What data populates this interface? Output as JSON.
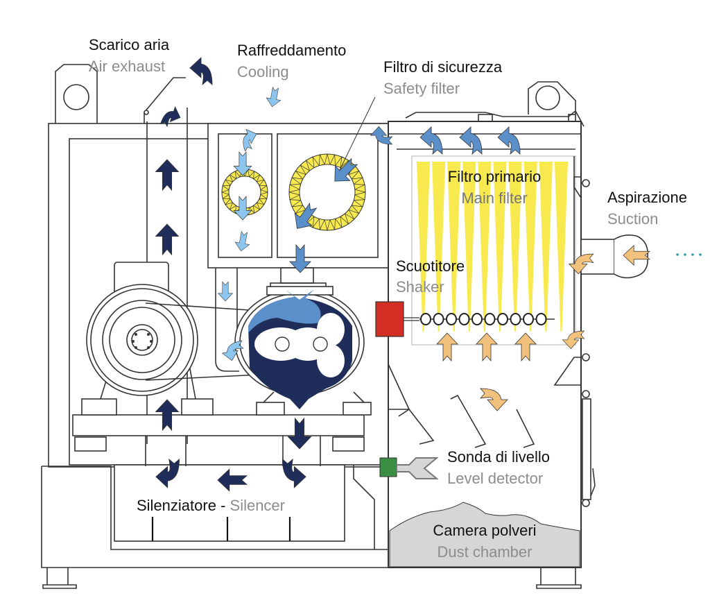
{
  "diagram": {
    "title": "Dust extractor / industrial vacuum cross-section",
    "colors": {
      "exhaust_arrow": "#1f2d5a",
      "process_arrow": "#5b8fc9",
      "cooling_arrow": "#8cc6ee",
      "suction_arrow": "#f2c27d",
      "filter_yellow": "#f7e94e",
      "shaker_red": "#d42d24",
      "detector_green": "#3a8f45",
      "dust_gray": "#d6d6d8",
      "suction_dots": "#2aa0a6",
      "line": "#333333",
      "label_italian": "#111111",
      "label_english": "#8c8c8c"
    },
    "labels": {
      "air_exhaust": {
        "it": "Scarico aria",
        "en": "Air exhaust"
      },
      "cooling": {
        "it": "Raffreddamento",
        "en": "Cooling"
      },
      "safety_filter": {
        "it": "Filtro di sicurezza",
        "en": "Safety filter"
      },
      "main_filter": {
        "it": "Filtro primario",
        "en": "Main filter"
      },
      "suction": {
        "it": "Aspirazione",
        "en": "Suction"
      },
      "shaker": {
        "it": "Scuotitore",
        "en": "Shaker"
      },
      "level_detector": {
        "it": "Sonda di livello",
        "en": "Level detector"
      },
      "silencer": {
        "it": "Silenziatore",
        "separator": " - ",
        "en": "Silencer"
      },
      "dust_chamber": {
        "it": "Camera polveri",
        "en": "Dust chamber"
      }
    },
    "components": [
      "air-exhaust-duct",
      "cooling-filter",
      "safety-filter",
      "main-filter-cartridges",
      "suction-inlet",
      "shaker-motor",
      "shaker-bar",
      "roots-blower",
      "electric-motor",
      "drive-belt",
      "silencer",
      "level-detector",
      "dust-chamber",
      "base-frame"
    ],
    "main_filter_cartridges": 10,
    "shaker_rings": 10
  }
}
